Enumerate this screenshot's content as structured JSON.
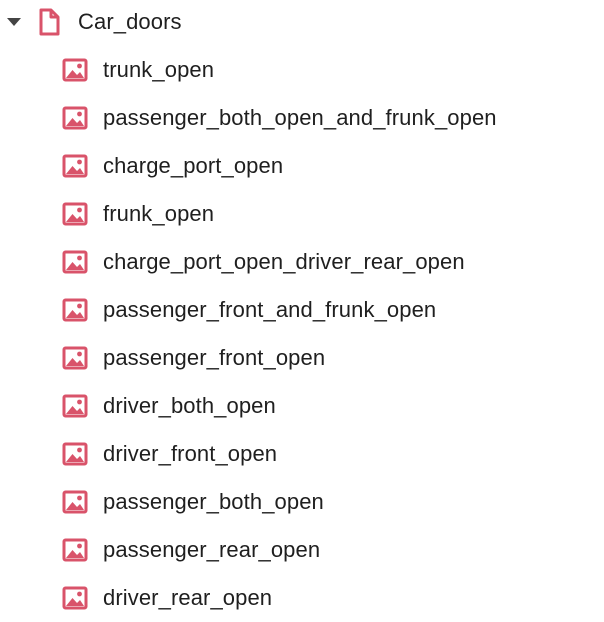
{
  "colors": {
    "icon": "#d9536a",
    "text": "#1f1f1f",
    "caret": "#444444"
  },
  "folder": {
    "label": "Car_doors",
    "expanded": true,
    "caret_icon": "caret-down-icon",
    "icon": "document-icon"
  },
  "items": [
    {
      "label": "trunk_open",
      "icon": "image-icon"
    },
    {
      "label": "passenger_both_open_and_frunk_open",
      "icon": "image-icon"
    },
    {
      "label": "charge_port_open",
      "icon": "image-icon"
    },
    {
      "label": "frunk_open",
      "icon": "image-icon"
    },
    {
      "label": "charge_port_open_driver_rear_open",
      "icon": "image-icon"
    },
    {
      "label": "passenger_front_and_frunk_open",
      "icon": "image-icon"
    },
    {
      "label": "passenger_front_open",
      "icon": "image-icon"
    },
    {
      "label": "driver_both_open",
      "icon": "image-icon"
    },
    {
      "label": "driver_front_open",
      "icon": "image-icon"
    },
    {
      "label": "passenger_both_open",
      "icon": "image-icon"
    },
    {
      "label": "passenger_rear_open",
      "icon": "image-icon"
    },
    {
      "label": "driver_rear_open",
      "icon": "image-icon"
    }
  ]
}
